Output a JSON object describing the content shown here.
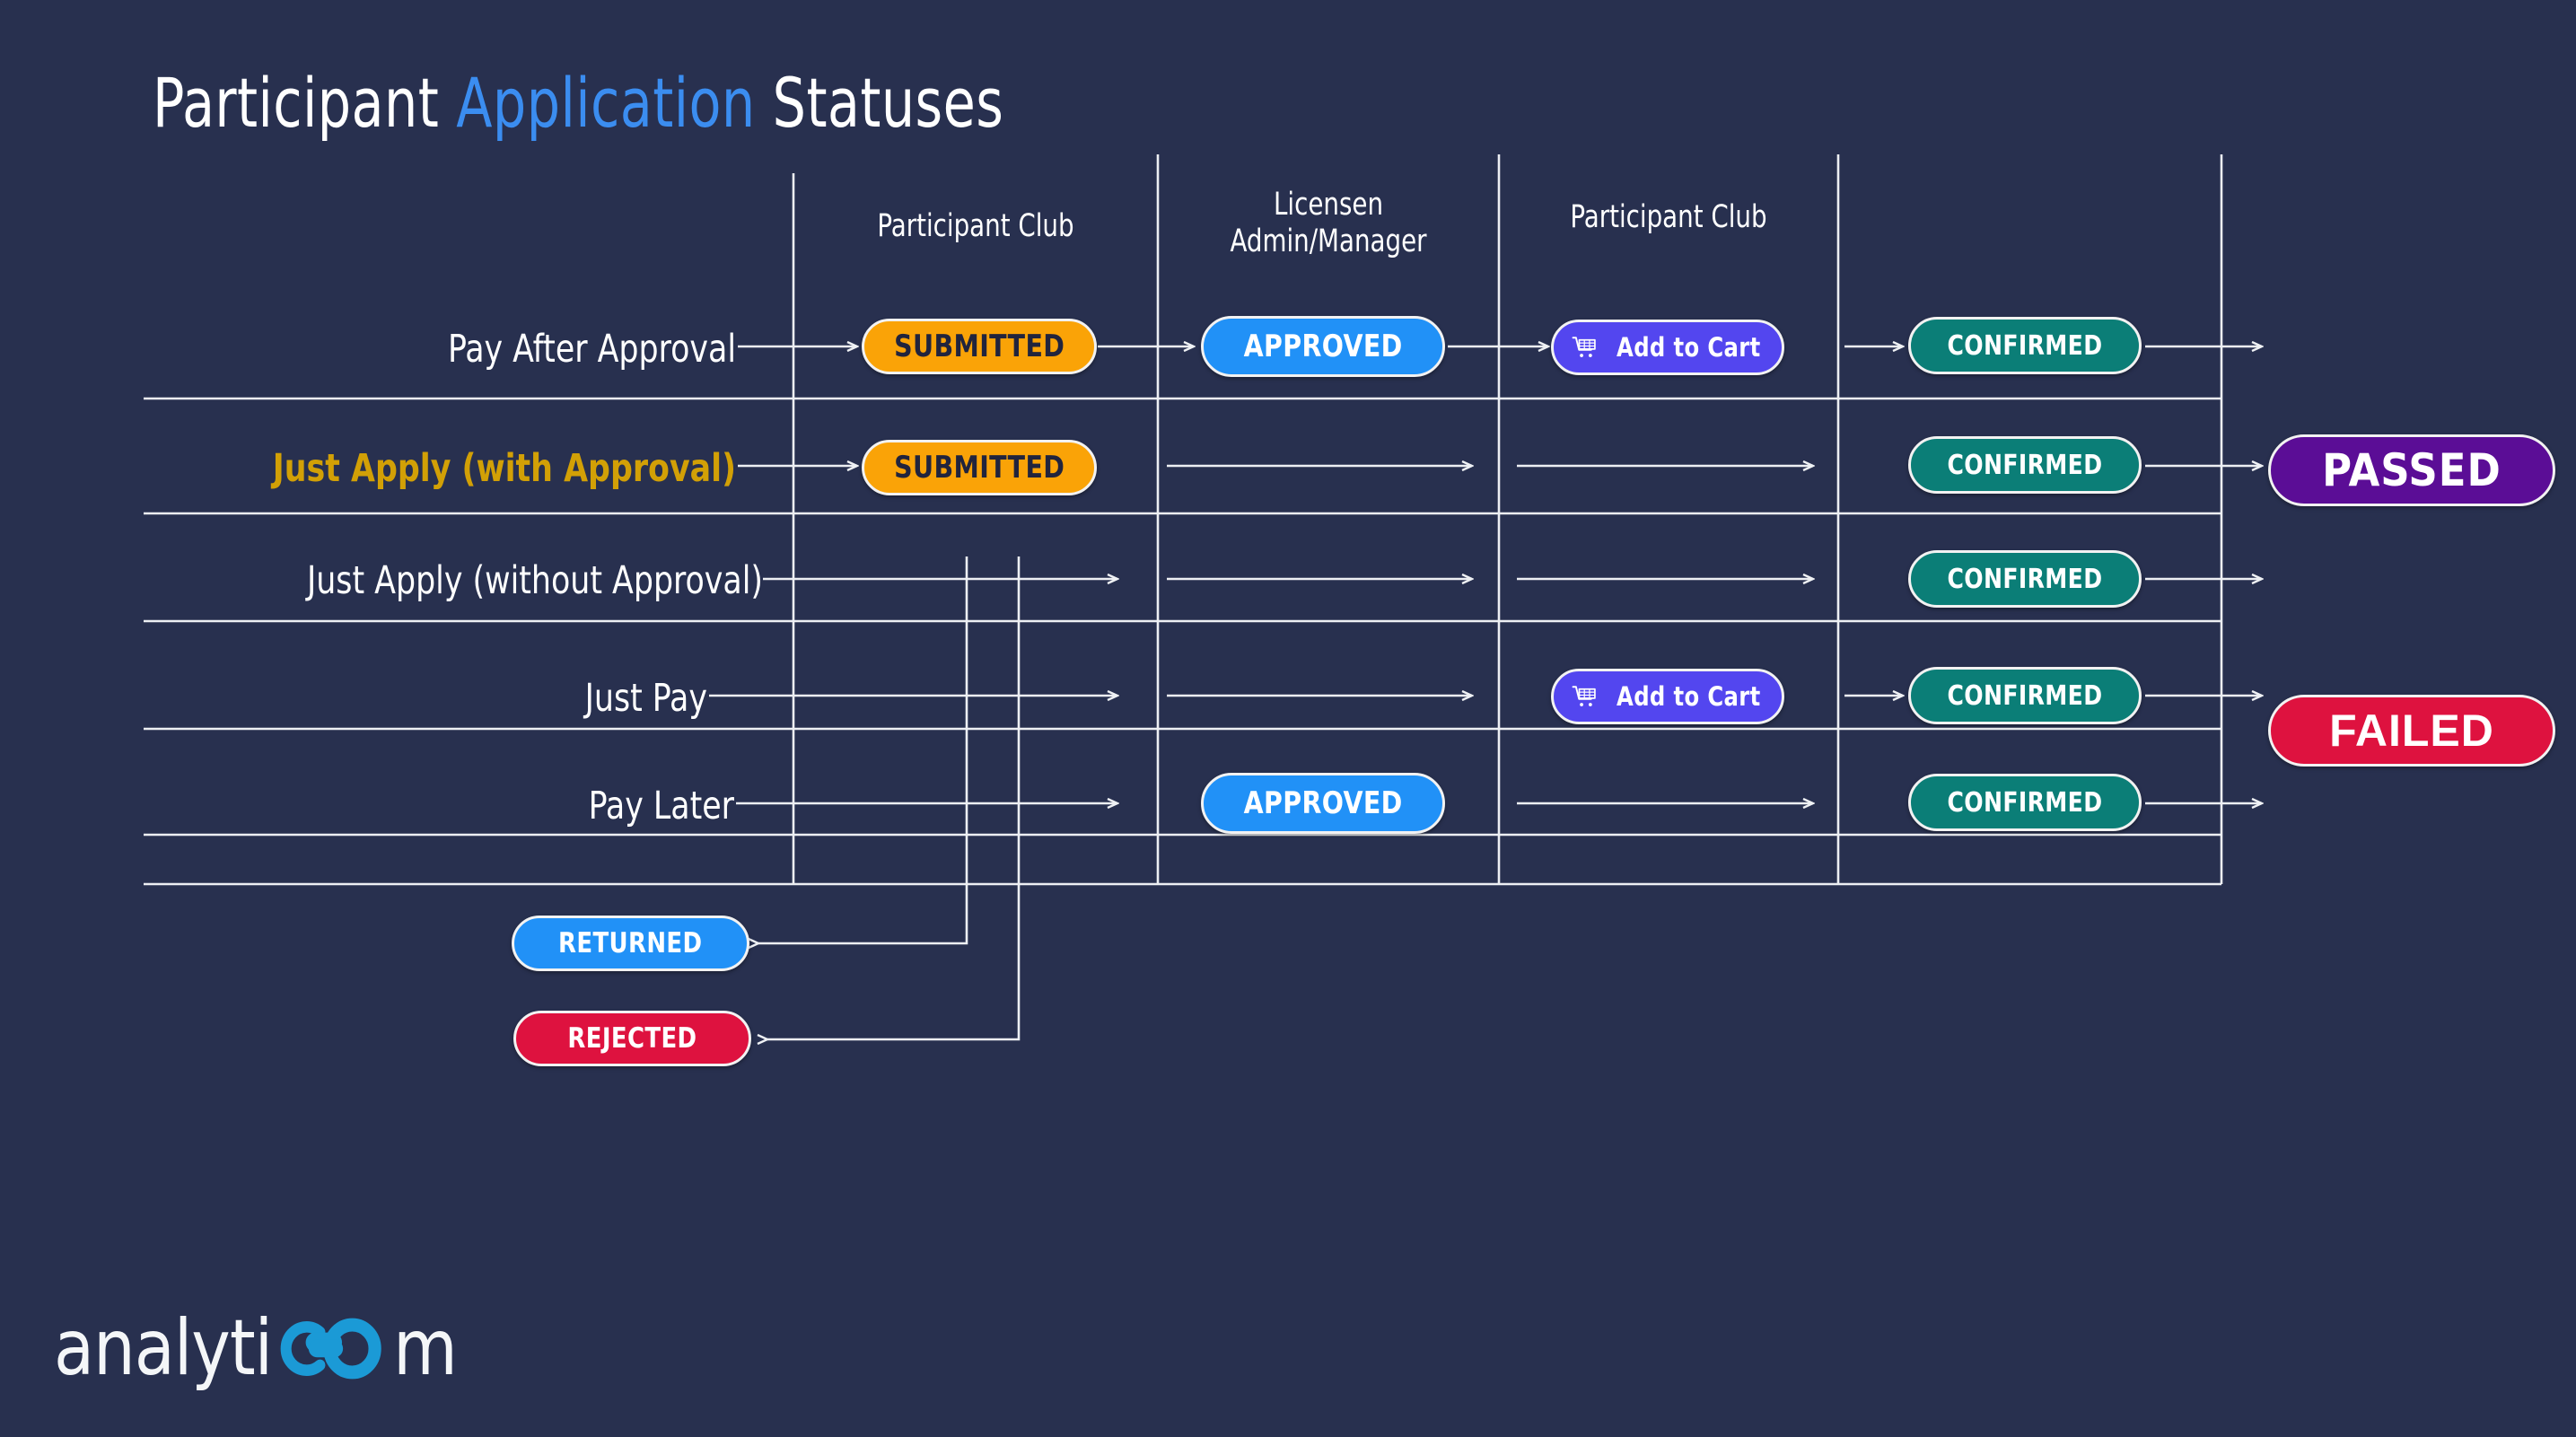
{
  "page": {
    "background_color": "#28304F",
    "title_parts": {
      "before": "Participant ",
      "accent": "Application",
      "after": " Statuses"
    },
    "title_full": "Participant Application Statuses",
    "accent_color": "#3B8DF0"
  },
  "columns": [
    {
      "label": "Participant Club"
    },
    {
      "label": "Licensen\nAdmin/Manager"
    },
    {
      "label": "Participant Club"
    }
  ],
  "rows": [
    {
      "label": "Pay After Approval",
      "highlighted": false
    },
    {
      "label": "Just Apply (with Approval)",
      "highlighted": true
    },
    {
      "label": "Just Apply (without Approval)",
      "highlighted": false
    },
    {
      "label": "Just Pay",
      "highlighted": false
    },
    {
      "label": "Pay Later",
      "highlighted": false
    }
  ],
  "statuses": {
    "submitted": {
      "label": "SUBMITTED",
      "color": "#FAA307",
      "text_color": "#21243D"
    },
    "approved": {
      "label": "APPROVED",
      "color": "#2191F7",
      "text_color": "#FFFFFF"
    },
    "add_to_cart": {
      "label": "Add to Cart",
      "color": "#5346EF",
      "text_color": "#FFFFFF",
      "icon": "shopping-cart-icon"
    },
    "confirmed": {
      "label": "CONFIRMED",
      "color": "#0B7E77",
      "text_color": "#FFFFFF"
    },
    "returned": {
      "label": "RETURNED",
      "color": "#2191F7",
      "text_color": "#FFFFFF"
    },
    "rejected": {
      "label": "REJECTED",
      "color": "#DE123F",
      "text_color": "#FFFFFF"
    },
    "passed": {
      "label": "PASSED",
      "color": "#5B0D96",
      "text_color": "#FFFFFF"
    },
    "failed": {
      "label": "FAILED",
      "color": "#DE123F",
      "text_color": "#FFFFFF"
    }
  },
  "flow": {
    "row_1": {
      "name": "Pay After Approval",
      "steps": [
        "SUBMITTED",
        "APPROVED",
        "Add to Cart",
        "CONFIRMED"
      ],
      "outcome": ""
    },
    "row_2": {
      "name": "Just Apply (with Approval)",
      "steps": [
        "SUBMITTED",
        "",
        "",
        "CONFIRMED"
      ],
      "outcome": "PASSED"
    },
    "row_3": {
      "name": "Just Apply (without Approval)",
      "steps": [
        "",
        "",
        "",
        "CONFIRMED"
      ],
      "outcome": ""
    },
    "row_4": {
      "name": "Just Pay",
      "steps": [
        "",
        "",
        "Add to Cart",
        "CONFIRMED"
      ],
      "outcome": "FAILED"
    },
    "row_5": {
      "name": "Pay Later",
      "steps": [
        "",
        "APPROVED",
        "",
        "CONFIRMED"
      ],
      "outcome": ""
    },
    "rejection_paths": [
      "RETURNED",
      "REJECTED"
    ]
  },
  "logo": {
    "part1": "analyti",
    "mark": "c",
    "mark2": "o",
    "part2": "m",
    "mark_color": "#1B9AD6"
  }
}
